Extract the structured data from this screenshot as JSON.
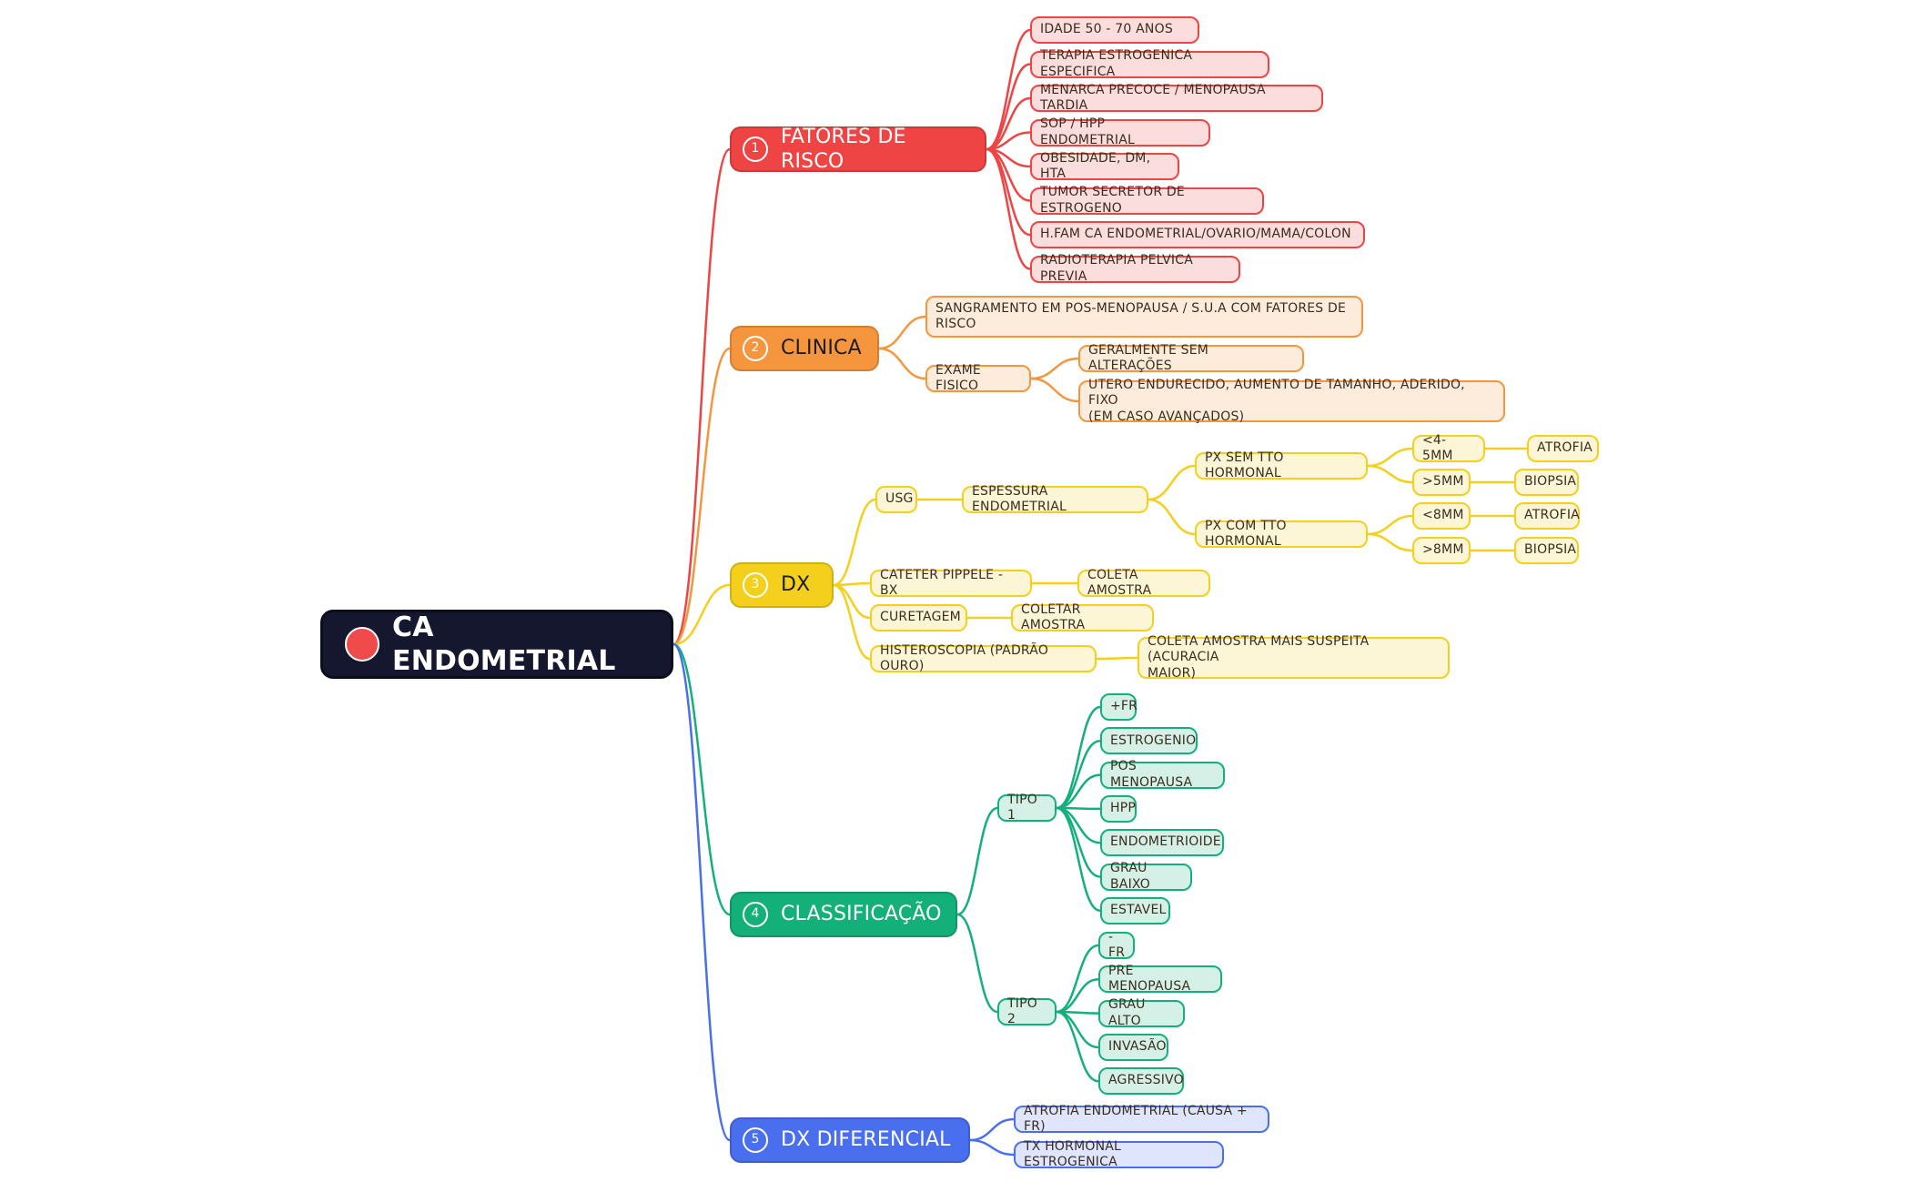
{
  "colors": {
    "root": "#15172e",
    "red": "#ef4444",
    "orange": "#f5963f",
    "yellow": "#f4cf1c",
    "green": "#14b07a",
    "blue": "#4a6fee"
  },
  "root": {
    "label": "CA ENDOMETRIAL",
    "icon": "red-circle-icon"
  },
  "branches": [
    {
      "num": "1",
      "label": "FATORES DE RISCO",
      "color": "#ef4444"
    },
    {
      "num": "2",
      "label": "CLINICA",
      "color": "#f5963f"
    },
    {
      "num": "3",
      "label": "DX",
      "color": "#f4cf1c"
    },
    {
      "num": "4",
      "label": "CLASSIFICAÇÃO",
      "color": "#14b07a"
    },
    {
      "num": "5",
      "label": "DX DIFERENCIAL",
      "color": "#4a6fee"
    }
  ],
  "fatores": [
    "IDADE 50 - 70 ANOS",
    "TERAPIA ESTROGENICA ESPECIFICA",
    "MENARCA PRECOCE / MENOPAUSA TARDIA",
    "SOP / HPP ENDOMETRIAL",
    "OBESIDADE, DM, HTA",
    "TUMOR SECRETOR DE ESTROGENO",
    "H.FAM CA ENDOMETRIAL/OVARIO/MAMA/COLON",
    "RADIOTERAPIA PELVICA PREVIA"
  ],
  "clinica": {
    "sangramento": "SANGRAMENTO EM POS-MENOPAUSA / S.U.A COM FATORES DE\nRISCO",
    "exame": "EXAME FISICO",
    "exame_children": [
      "GERALMENTE SEM ALTERAÇÕES",
      "UTERO ENDURECIDO, AUMENTO DE TAMANHO, ADERIDO, FIXO\n(EM CASO AVANÇADOS)"
    ]
  },
  "dx": {
    "usg": "USG",
    "espessura": "ESPESSURA ENDOMETRIAL",
    "sem": "PX SEM TTO HORMONAL",
    "sem_children": [
      {
        "label": "<4-5MM",
        "result": "ATROFIA"
      },
      {
        "label": ">5MM",
        "result": "BIOPSIA"
      }
    ],
    "com": "PX COM TTO HORMONAL",
    "com_children": [
      {
        "label": "<8MM",
        "result": "ATROFIA"
      },
      {
        "label": ">8MM",
        "result": "BIOPSIA"
      }
    ],
    "cateter": "CATETER PIPPELE - BX",
    "cateter_child": "COLETA AMOSTRA",
    "curetagem": "CURETAGEM",
    "curetagem_child": "COLETAR AMOSTRA",
    "histeroscopia": "HISTEROSCOPIA (PADRÃO OURO)",
    "histeroscopia_child": "COLETA AMOSTRA MAIS SUSPEITA (ACURACIA\nMAIOR)"
  },
  "classificacao": {
    "tipo1": "TIPO 1",
    "tipo1_children": [
      "+FR",
      "ESTROGENIO",
      "POS MENOPAUSA",
      "HPP",
      "ENDOMETRIOIDE",
      "GRAU BAIXO",
      "ESTAVEL"
    ],
    "tipo2": "TIPO 2",
    "tipo2_children": [
      "-FR",
      "PRE MENOPAUSA",
      "GRAU ALTO",
      "INVASÃO",
      "AGRESSIVO"
    ]
  },
  "diferencial": [
    "ATROFIA ENDOMETRIAL (CAUSA + FR)",
    "TX HORMONAL ESTROGENICA"
  ]
}
